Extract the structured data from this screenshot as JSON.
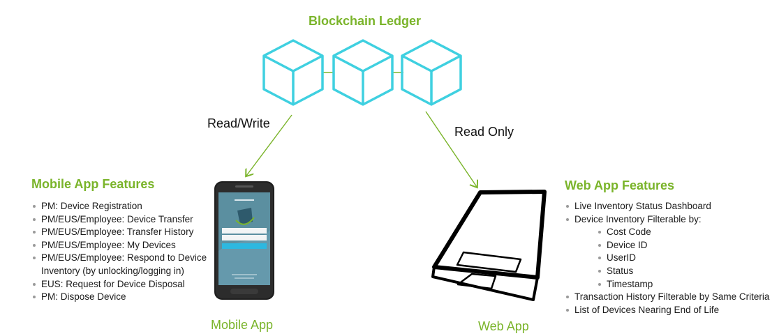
{
  "ledger": {
    "title": "Blockchain Ledger"
  },
  "arrows": {
    "left_label": "Read/Write",
    "right_label": "Read Only"
  },
  "mobile": {
    "title": "Mobile App Features",
    "features": [
      "PM: Device Registration",
      "PM/EUS/Employee: Device Transfer",
      "PM/EUS/Employee: Transfer History",
      "PM/EUS/Employee: My Devices",
      "PM/EUS/Employee: Respond to  Device",
      "Inventory (by unlocking/logging in)",
      "EUS: Request for Device Disposal",
      "PM: Dispose Device"
    ],
    "caption": "Mobile App"
  },
  "web": {
    "title": "Web App Features",
    "features": [
      "Live Inventory Status Dashboard",
      "Device Inventory Filterable by:"
    ],
    "filter_criteria": [
      "Cost Code",
      "Device ID",
      "UserID",
      "Status",
      "Timestamp"
    ],
    "features_after": [
      "Transaction History Filterable by Same Criteria",
      "List of Devices Nearing End of Life"
    ],
    "caption": "Web App"
  },
  "colors": {
    "accent_green": "#7ab42a",
    "cube_cyan": "#3fd0e0",
    "phone_screen": "#5b8fa0"
  }
}
